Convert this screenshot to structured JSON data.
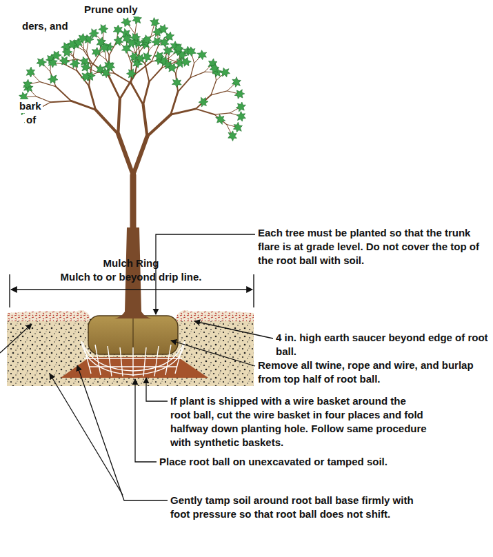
{
  "diagram": {
    "labels": [
      "Prune only",
      "ders, and",
      "bark",
      "of",
      "Mulch Ring",
      "Mulch to or beyond drip line.",
      "Each tree must be planted so that the trunk flare is at grade level. Do not cover the top of the root ball with soil.",
      "4 in. high earth saucer beyond edge of root ball.",
      "Remove all twine, rope and wire, and burlap from top half of root ball.",
      "If plant is shipped with a wire basket around the root ball, cut the wire basket in four places and fold halfway down planting hole. Follow same procedure with synthetic baskets.",
      "Place root ball on unexcavated or tamped soil.",
      "Gently tamp soil around root ball base firmly with foot pressure so that root ball does not shift."
    ]
  }
}
